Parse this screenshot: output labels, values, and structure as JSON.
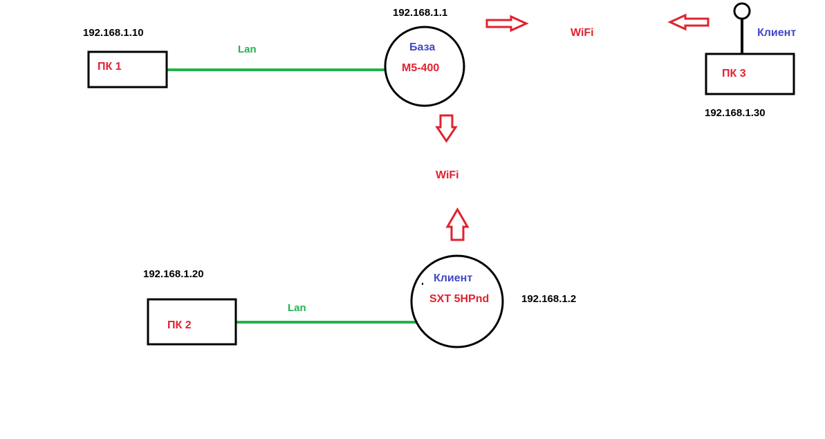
{
  "colors": {
    "black": "#000000",
    "red": "#e0222e",
    "blue": "#3f48cc",
    "green": "#22b14c"
  },
  "nodes": {
    "pc1": {
      "name": "ПК 1",
      "ip": "192.168.1.10"
    },
    "pc2": {
      "name": "ПК 2",
      "ip": "192.168.1.20"
    },
    "pc3": {
      "name": "ПК 3",
      "ip": "192.168.1.30",
      "role": "Клиент"
    },
    "base": {
      "role": "База",
      "model": "M5-400",
      "ip": "192.168.1.1"
    },
    "client": {
      "role": "Клиент",
      "model": "SXT 5HPnd",
      "ip": "192.168.1.2"
    }
  },
  "links": {
    "lan_top": "Lan",
    "lan_bottom": "Lan",
    "wifi_top": "WiFi",
    "wifi_middle": "WiFi"
  }
}
